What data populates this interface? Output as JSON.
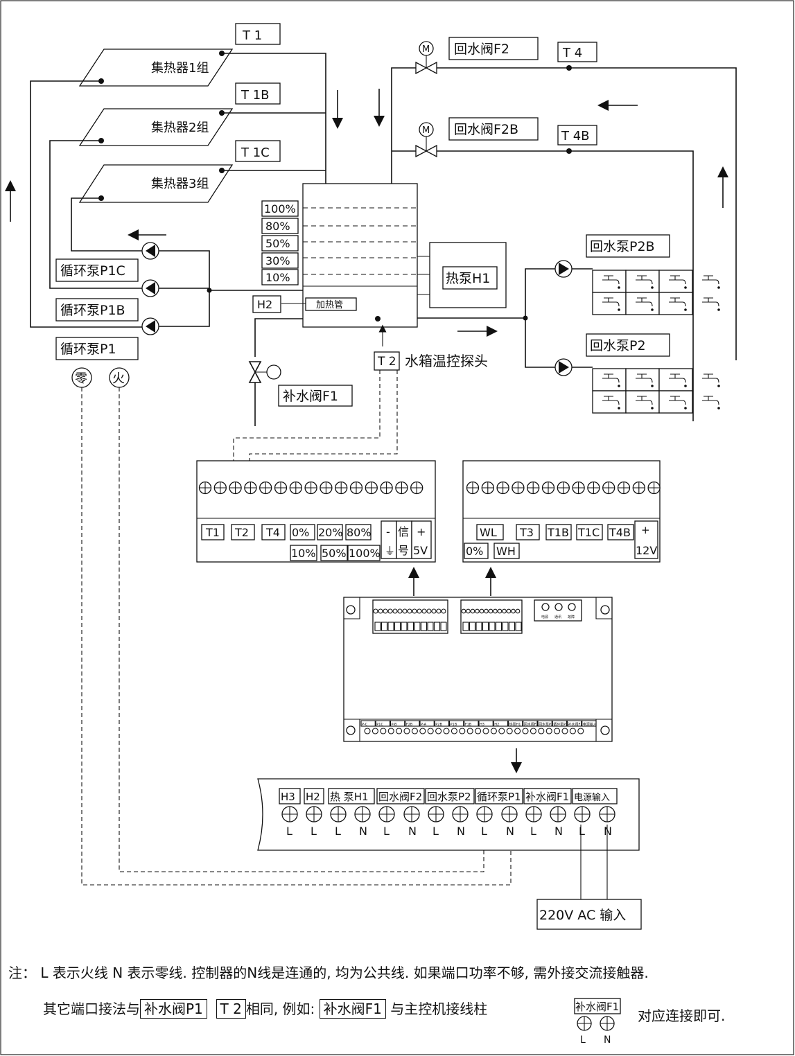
{
  "collectors": [
    {
      "label": "集热器1组",
      "sensor": "T 1"
    },
    {
      "label": "集热器2组",
      "sensor": "T 1B"
    },
    {
      "label": "集热器3组",
      "sensor": "T 1C"
    }
  ],
  "valves": {
    "return_f2": "回水阀F2",
    "return_f2b": "回水阀F2B",
    "makeup_f1": "补水阀F1",
    "motor_symbol": "M"
  },
  "return_sensors": {
    "t4": "T 4",
    "t4b": "T 4B"
  },
  "tank": {
    "levels": [
      "100%",
      "80%",
      "50%",
      "30%",
      "10%"
    ],
    "heater_label": "加热管",
    "heater_id": "H2",
    "probe_id": "T 2",
    "probe_label": "水箱温控探头"
  },
  "heat_pump": "热泵H1",
  "pumps": {
    "p1c": "循环泵P1C",
    "p1b": "循环泵P1B",
    "p1": "循环泵P1",
    "p2b": "回水泵P2B",
    "p2": "回水泵P2"
  },
  "power_symbols": {
    "neutral": "零",
    "live": "火"
  },
  "terminal_left": {
    "row1": [
      "T1",
      "T2",
      "T4",
      "0%",
      "20%",
      "80%"
    ],
    "row2": [
      "10%",
      "50%",
      "100%"
    ],
    "signal": {
      "minus": "-",
      "ground": "⏚",
      "sig_top": "信",
      "sig_bot": "号",
      "plus": "+",
      "volt": "5V"
    }
  },
  "terminal_right": {
    "labels": [
      "WL",
      "T3",
      "T1B",
      "T1C",
      "T4B"
    ],
    "row2": [
      "0%",
      "WH"
    ],
    "plus": "+",
    "volt": "12V"
  },
  "controller": {
    "leds": [
      "电源",
      "通讯",
      "故障"
    ],
    "output_labels": [
      "P-C",
      "P1C",
      "P-B",
      "F2B",
      "P-A",
      "P2B",
      "P1B",
      "F1B",
      "H3",
      "H2",
      "热泵H1",
      "回水阀F2",
      "回水泵P2",
      "循环泵P1",
      "补水阀F1",
      "电源输入"
    ]
  },
  "output_terminal": {
    "groups": [
      "H3",
      "H2",
      "热 泵H1",
      "回水阀F2",
      "回水泵P2",
      "循环泵P1",
      "补水阀F1",
      "电源输入"
    ],
    "pins": [
      "L",
      "L",
      "L",
      "N",
      "L",
      "N",
      "L",
      "N",
      "L",
      "N",
      "L",
      "N",
      "L",
      "N"
    ]
  },
  "power_input": "220V AC 输入",
  "notes": {
    "line1": "注：  L 表示火线 N 表示零线. 控制器的N线是连通的, 均为公共线. 如果端口功率不够, 需外接交流接触器.",
    "line2_a": "其它端口接法与",
    "line2_b": "补水阀P1",
    "line2_c": "T 2",
    "line2_d": "相同, 例如:",
    "line2_e": "补水阀F1",
    "line2_f": "与主控机接线柱",
    "line2_g": "补水阀F1",
    "line2_h": "对应连接即可.",
    "pin_l": "L",
    "pin_n": "N"
  }
}
